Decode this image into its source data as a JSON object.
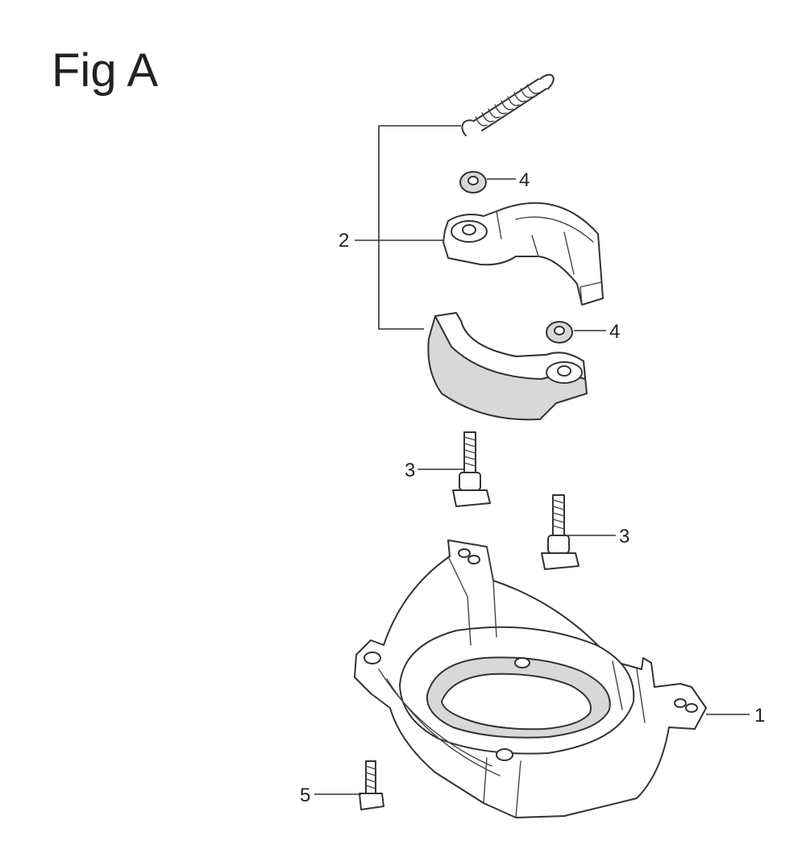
{
  "figure": {
    "title": "Fig A"
  },
  "callouts": {
    "c1": "1",
    "c2": "2",
    "c3a": "3",
    "c3b": "3",
    "c4a": "4",
    "c4b": "4",
    "c5": "5"
  }
}
